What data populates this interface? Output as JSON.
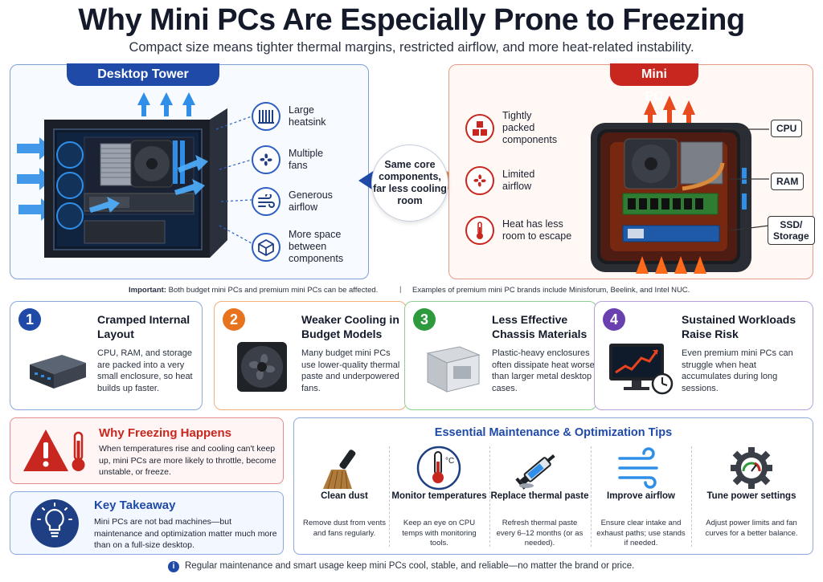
{
  "title": "Why Mini PCs Are Especially Prone to Freezing",
  "subtitle": "Compact size means tighter thermal margins, restricted airflow, and more heat-related instability.",
  "tower": {
    "tab": "Desktop Tower",
    "features": [
      {
        "label": "Large heatsink",
        "icon": "heatsink-icon"
      },
      {
        "label": "Multiple fans",
        "icon": "fan-icon"
      },
      {
        "label": "Generous airflow",
        "icon": "wind-icon"
      },
      {
        "label": "More space between components",
        "icon": "cube-icon"
      }
    ]
  },
  "center": "Same core components, far less cooling room",
  "mini": {
    "tab": "Mini PC",
    "features": [
      {
        "label": "Tightly packed components",
        "icon": "cubes-icon"
      },
      {
        "label": "Limited airflow",
        "icon": "fan-icon"
      },
      {
        "label": "Heat has less room to escape",
        "icon": "thermometer-icon"
      }
    ],
    "chips": [
      "CPU",
      "RAM",
      "SSD/\nStorage"
    ]
  },
  "notes": {
    "important_label": "Important:",
    "important_text": "Both budget mini PCs and premium mini PCs can be affected.",
    "separator": "|",
    "brands": "Examples of premium mini PC brands include Minisforum, Beelink, and Intel NUC."
  },
  "cards": [
    {
      "num": "1",
      "title": "Cramped Internal Layout",
      "body": "CPU, RAM, and storage are packed into a very small enclosure, so heat builds up faster.",
      "color": "#1f4aa8",
      "border": "#8aa9dd"
    },
    {
      "num": "2",
      "title": "Weaker Cooling in Budget Models",
      "body": "Many budget mini PCs use lower-quality thermal paste and underpowered fans.",
      "color": "#e8731f",
      "border": "#f0b07a"
    },
    {
      "num": "3",
      "title": "Less Effective Chassis Materials",
      "body": "Plastic-heavy enclosures often dissipate heat worse than larger metal desktop cases.",
      "color": "#2e9a3e",
      "border": "#8fcf8f"
    },
    {
      "num": "4",
      "title": "Sustained Workloads Raise Risk",
      "body": "Even premium mini PCs can struggle when heat accumulates during long sessions.",
      "color": "#6a3fb0",
      "border": "#b8a0dc"
    }
  ],
  "why": {
    "title": "Why Freezing Happens",
    "body": "When temperatures rise and cooling can't keep up, mini PCs are more likely to throttle, become unstable, or freeze."
  },
  "key": {
    "title": "Key Takeaway",
    "body": "Mini PCs are not bad machines—but maintenance and optimization matter much more than on a full-size desktop."
  },
  "tips": {
    "title": "Essential Maintenance & Optimization Tips",
    "items": [
      {
        "name": "Clean dust",
        "desc": "Remove dust from vents and fans regularly.",
        "icon": "brush-icon"
      },
      {
        "name": "Monitor temperatures",
        "desc": "Keep an eye on CPU temps with monitoring tools.",
        "icon": "thermometer-icon",
        "unit": "°C"
      },
      {
        "name": "Replace thermal paste",
        "desc": "Refresh thermal paste every 6–12 months (or as needed).",
        "icon": "syringe-icon"
      },
      {
        "name": "Improve airflow",
        "desc": "Ensure clear intake and exhaust paths; use stands if needed.",
        "icon": "airflow-icon"
      },
      {
        "name": "Tune power settings",
        "desc": "Adjust power limits and fan curves for a better balance.",
        "icon": "gear-gauge-icon"
      }
    ]
  },
  "footer": {
    "icon": "i",
    "text": "Regular maintenance and smart usage keep mini PCs cool, stable, and reliable—no matter the brand or price."
  }
}
